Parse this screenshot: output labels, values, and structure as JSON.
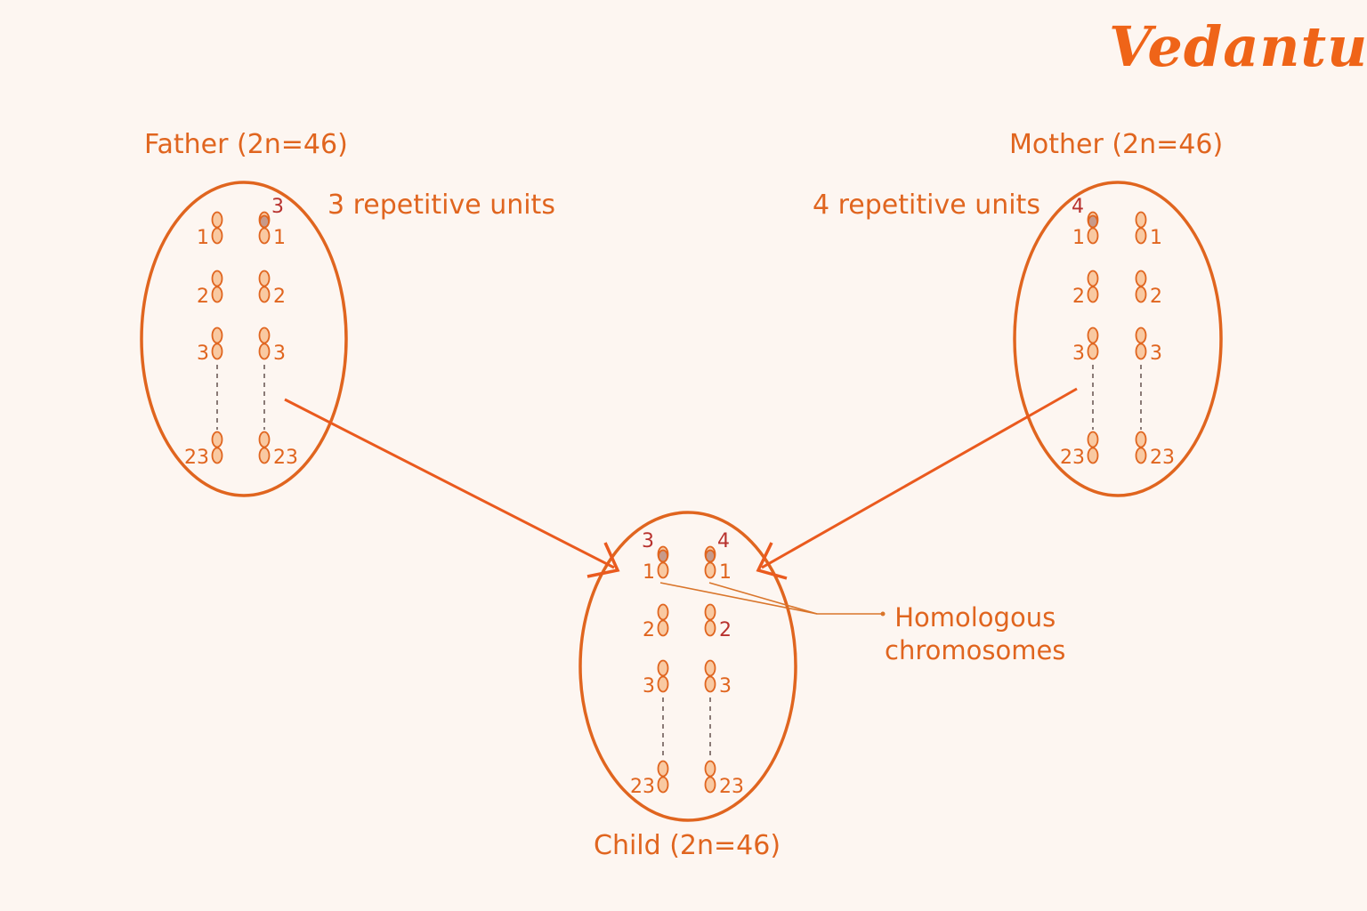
{
  "logo": "Vedantu",
  "labels": {
    "father": "Father (2n=46)",
    "mother": "Mother (2n=46)",
    "child": "Child (2n=46)",
    "father_units": "3 repetitive units",
    "mother_units": "4 repetitive units",
    "homologous_line1": "Homologous",
    "homologous_line2": "chromosomes"
  },
  "cells": [
    {
      "name": "father",
      "top_marks": {
        "left": "",
        "right": "3"
      },
      "rows": [
        [
          "1",
          "1"
        ],
        [
          "2",
          "2"
        ],
        [
          "3",
          "3"
        ],
        [
          "23",
          "23"
        ]
      ]
    },
    {
      "name": "mother",
      "top_marks": {
        "left": "4",
        "right": ""
      },
      "rows": [
        [
          "1",
          "1"
        ],
        [
          "2",
          "2"
        ],
        [
          "3",
          "3"
        ],
        [
          "23",
          "23"
        ]
      ]
    },
    {
      "name": "child",
      "top_marks": {
        "left": "3",
        "right": "4"
      },
      "rows": [
        [
          "1",
          "1"
        ],
        [
          "2",
          "2"
        ],
        [
          "3",
          "3"
        ],
        [
          "23",
          "23"
        ]
      ]
    }
  ],
  "colors": {
    "accent": "#e0651f",
    "highlight_number": "#b8322e",
    "chromosome_fill": "#f9c9a1",
    "repeat_unit_fill": "#c79a8a",
    "background": "#fdf6f1"
  }
}
